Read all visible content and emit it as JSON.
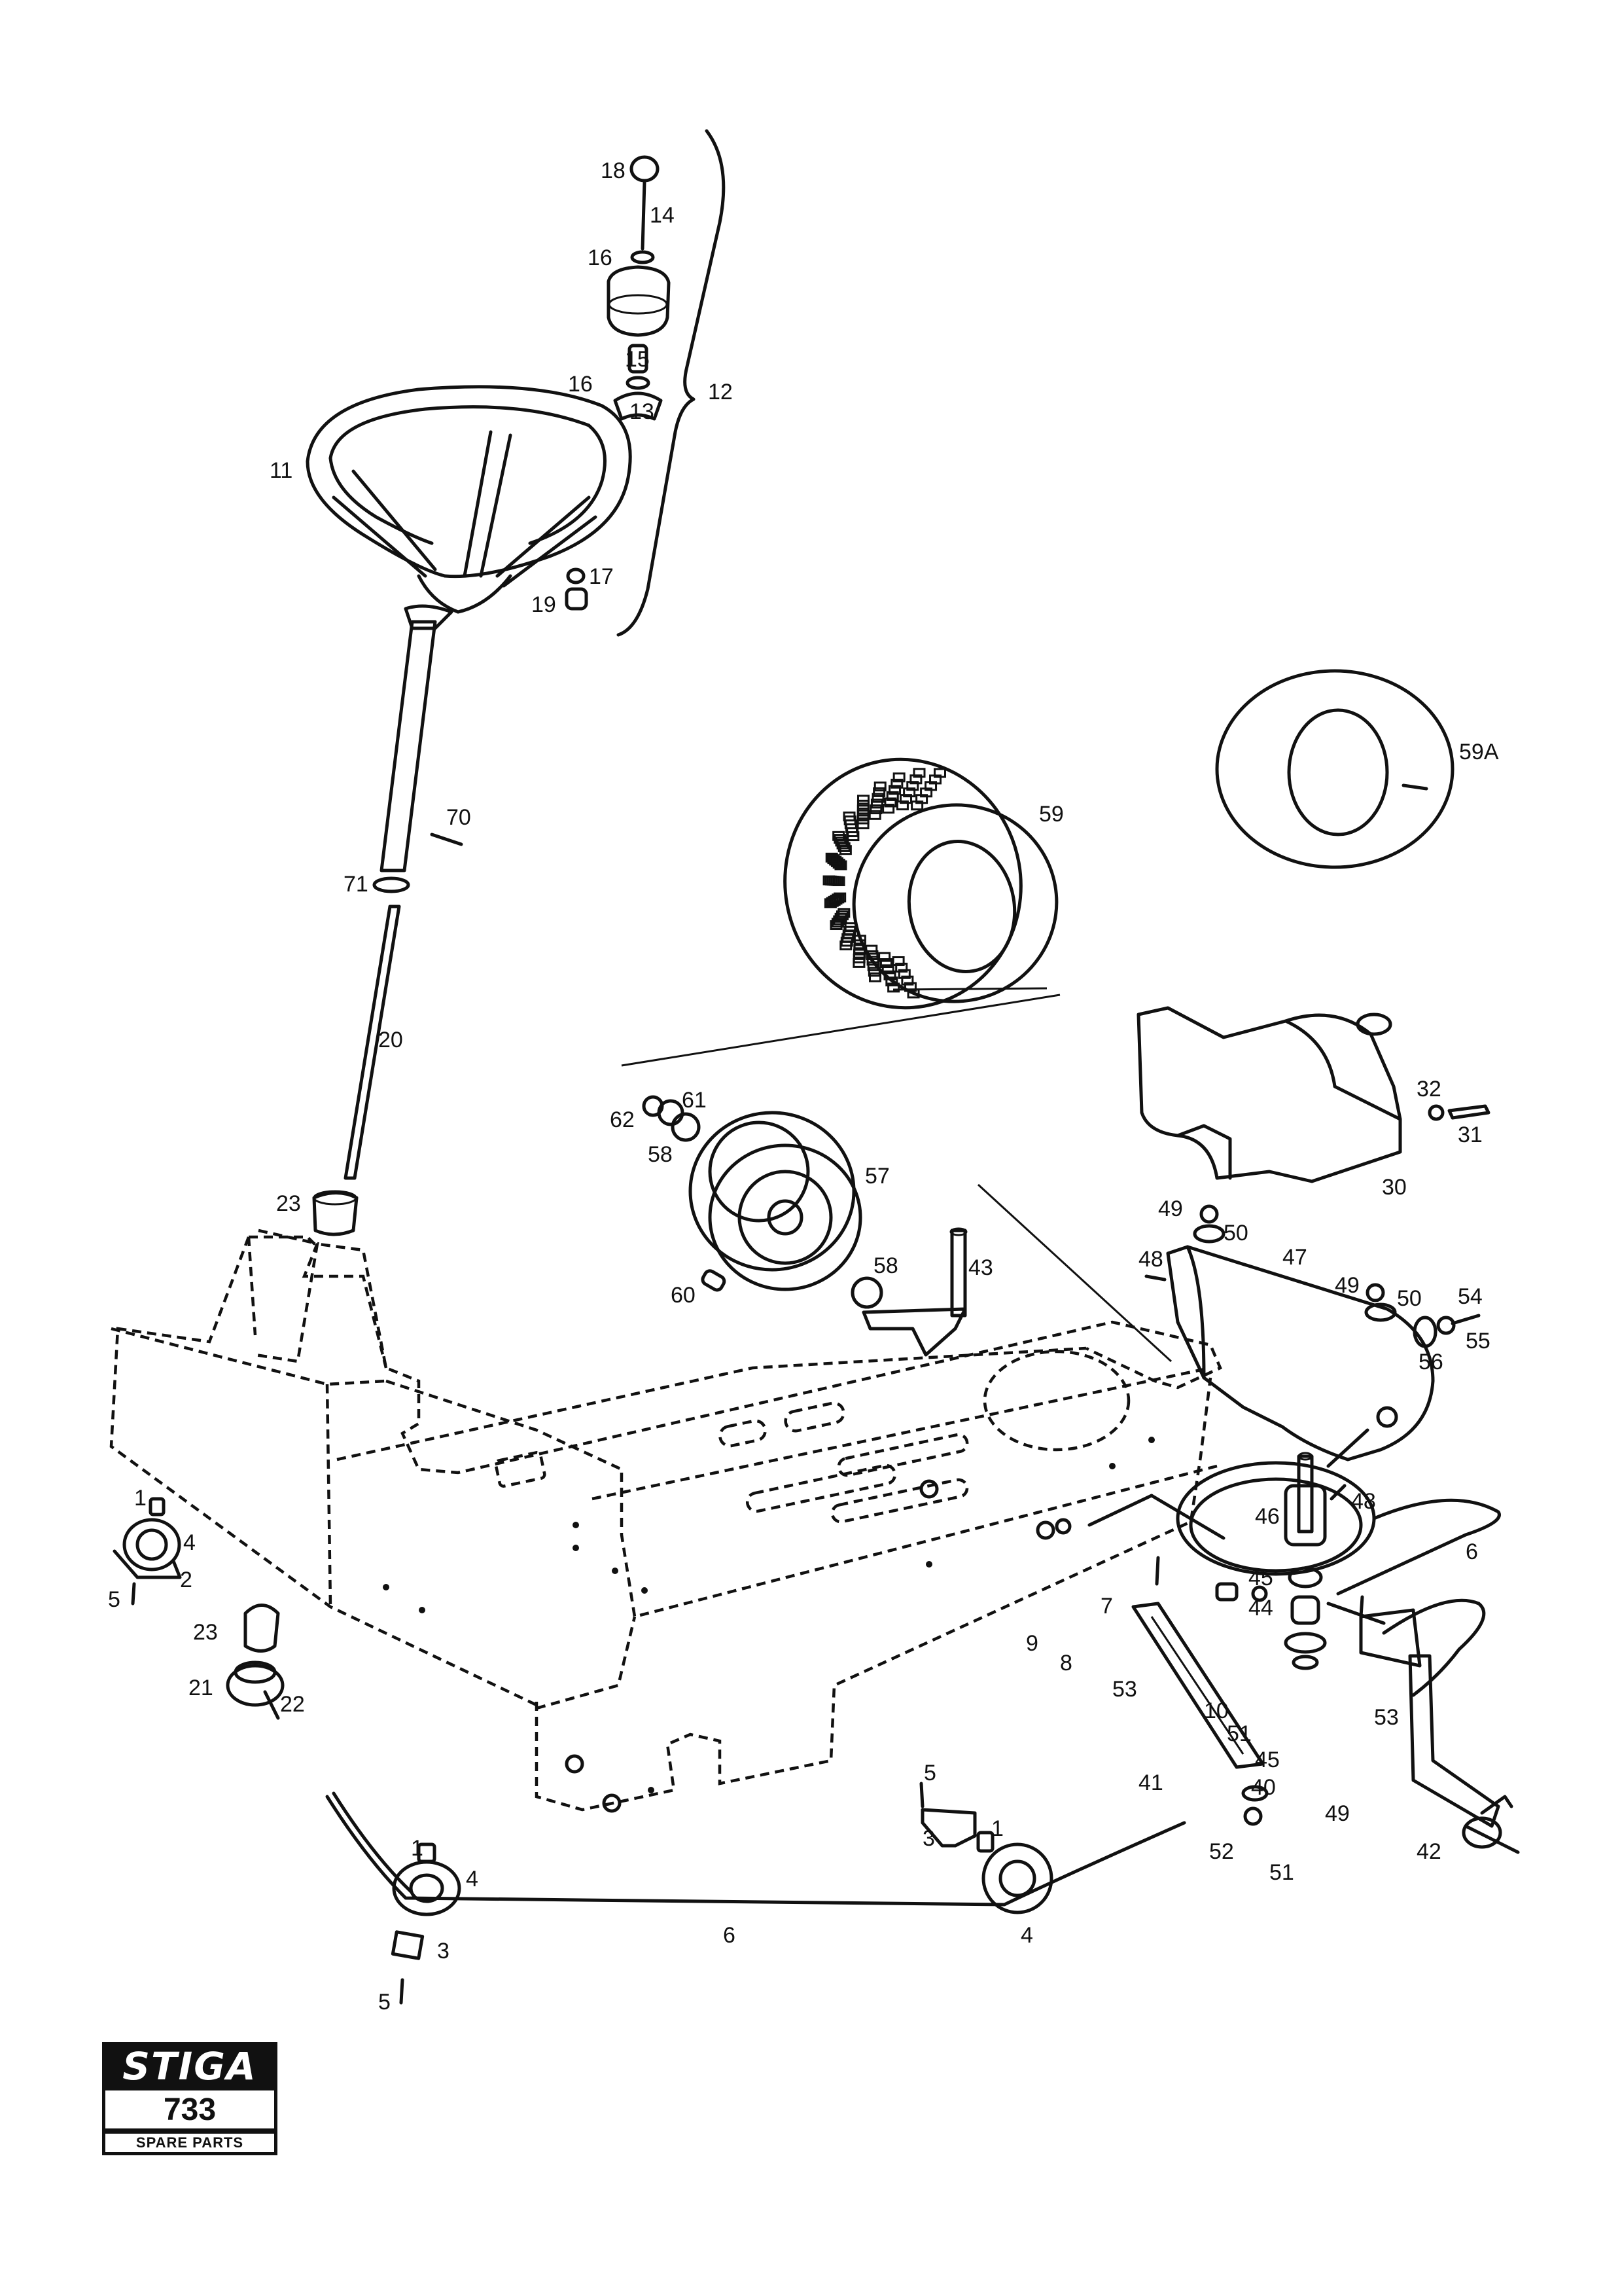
{
  "callouts": [
    {
      "id": "c18",
      "text": "18"
    },
    {
      "id": "c14",
      "text": "14"
    },
    {
      "id": "c16a",
      "text": "16"
    },
    {
      "id": "c15",
      "text": "15"
    },
    {
      "id": "c16b",
      "text": "16"
    },
    {
      "id": "c13",
      "text": "13"
    },
    {
      "id": "c12",
      "text": "12"
    },
    {
      "id": "c11",
      "text": "11"
    },
    {
      "id": "c17",
      "text": "17"
    },
    {
      "id": "c19",
      "text": "19"
    },
    {
      "id": "c70",
      "text": "70"
    },
    {
      "id": "c71",
      "text": "71"
    },
    {
      "id": "c20",
      "text": "20"
    },
    {
      "id": "c23a",
      "text": "23"
    },
    {
      "id": "c59",
      "text": "59"
    },
    {
      "id": "c59A",
      "text": "59A"
    },
    {
      "id": "c62",
      "text": "62"
    },
    {
      "id": "c61",
      "text": "61"
    },
    {
      "id": "c58a",
      "text": "58"
    },
    {
      "id": "c57",
      "text": "57"
    },
    {
      "id": "c58b",
      "text": "58"
    },
    {
      "id": "c60",
      "text": "60"
    },
    {
      "id": "c43",
      "text": "43"
    },
    {
      "id": "c32",
      "text": "32"
    },
    {
      "id": "c31",
      "text": "31"
    },
    {
      "id": "c30",
      "text": "30"
    },
    {
      "id": "c49a",
      "text": "49"
    },
    {
      "id": "c50a",
      "text": "50"
    },
    {
      "id": "c48a",
      "text": "48"
    },
    {
      "id": "c47",
      "text": "47"
    },
    {
      "id": "c49b",
      "text": "49"
    },
    {
      "id": "c50b",
      "text": "50"
    },
    {
      "id": "c54",
      "text": "54"
    },
    {
      "id": "c55",
      "text": "55"
    },
    {
      "id": "c56",
      "text": "56"
    },
    {
      "id": "c48b",
      "text": "48"
    },
    {
      "id": "c46",
      "text": "46"
    },
    {
      "id": "c6a",
      "text": "6"
    },
    {
      "id": "c45a",
      "text": "45"
    },
    {
      "id": "c44",
      "text": "44"
    },
    {
      "id": "c7",
      "text": "7"
    },
    {
      "id": "c9",
      "text": "9"
    },
    {
      "id": "c8",
      "text": "8"
    },
    {
      "id": "c53a",
      "text": "53"
    },
    {
      "id": "c10",
      "text": "10"
    },
    {
      "id": "c51a",
      "text": "51"
    },
    {
      "id": "c53b",
      "text": "53"
    },
    {
      "id": "c45b",
      "text": "45"
    },
    {
      "id": "c41",
      "text": "41"
    },
    {
      "id": "c40",
      "text": "40"
    },
    {
      "id": "c49c",
      "text": "49"
    },
    {
      "id": "c52",
      "text": "52"
    },
    {
      "id": "c51b",
      "text": "51"
    },
    {
      "id": "c42",
      "text": "42"
    },
    {
      "id": "c1a",
      "text": "1"
    },
    {
      "id": "c4a",
      "text": "4"
    },
    {
      "id": "c2",
      "text": "2"
    },
    {
      "id": "c5a",
      "text": "5"
    },
    {
      "id": "c23b",
      "text": "23"
    },
    {
      "id": "c21",
      "text": "21"
    },
    {
      "id": "c22",
      "text": "22"
    },
    {
      "id": "c5b",
      "text": "5"
    },
    {
      "id": "c3a",
      "text": "3"
    },
    {
      "id": "c1b",
      "text": "1"
    },
    {
      "id": "c1c",
      "text": "1"
    },
    {
      "id": "c4b",
      "text": "4"
    },
    {
      "id": "c3b",
      "text": "3"
    },
    {
      "id": "c6b",
      "text": "6"
    },
    {
      "id": "c4c",
      "text": "4"
    },
    {
      "id": "c5c",
      "text": "5"
    }
  ],
  "logo": {
    "brand": "STIGA",
    "model": "733",
    "caption": "SPARE PARTS"
  }
}
